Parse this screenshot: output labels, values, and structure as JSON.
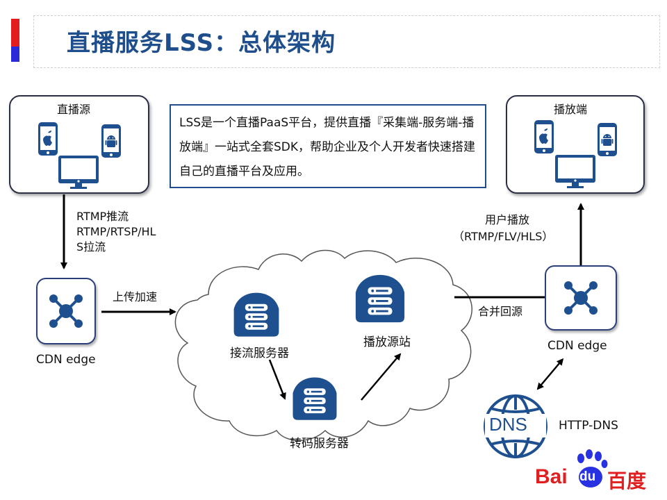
{
  "header": {
    "title": "直播服务LSS：总体架构"
  },
  "source_box": {
    "title": "直播源"
  },
  "player_box": {
    "title": "播放端"
  },
  "description": {
    "text": "LSS是一个直播PaaS平台，提供直播『采集端-服务端-播放端』一站式全套SDK，帮助企业及个人开发者快速搭建自己的直播平台及应用。"
  },
  "edges": {
    "push_pull": [
      "RTMP推流",
      "RTMP/RTSP/HL",
      "S拉流"
    ],
    "upload_accel": "上传加速",
    "user_play": [
      "用户播放",
      "（RTMP/FLV/HLS）"
    ],
    "merge_origin": "合并回源"
  },
  "nodes": {
    "cdn_left": "CDN edge",
    "cdn_right": "CDN edge",
    "ingest_server": "接流服务器",
    "transcode_server": "转码服务器",
    "origin_station": "播放源站",
    "dns_label": "DNS",
    "http_dns": "HTTP-DNS"
  },
  "logo": {
    "text_bai": "Bai",
    "text_du": "du",
    "text_cn": "百度"
  },
  "colors": {
    "accent_red": "#e31d1d",
    "accent_blue": "#2a2ad9",
    "title_blue": "#1f4e8c",
    "icon_blue": "#1e4f8f",
    "logo_red": "#e02020",
    "logo_blue": "#2932e1"
  }
}
